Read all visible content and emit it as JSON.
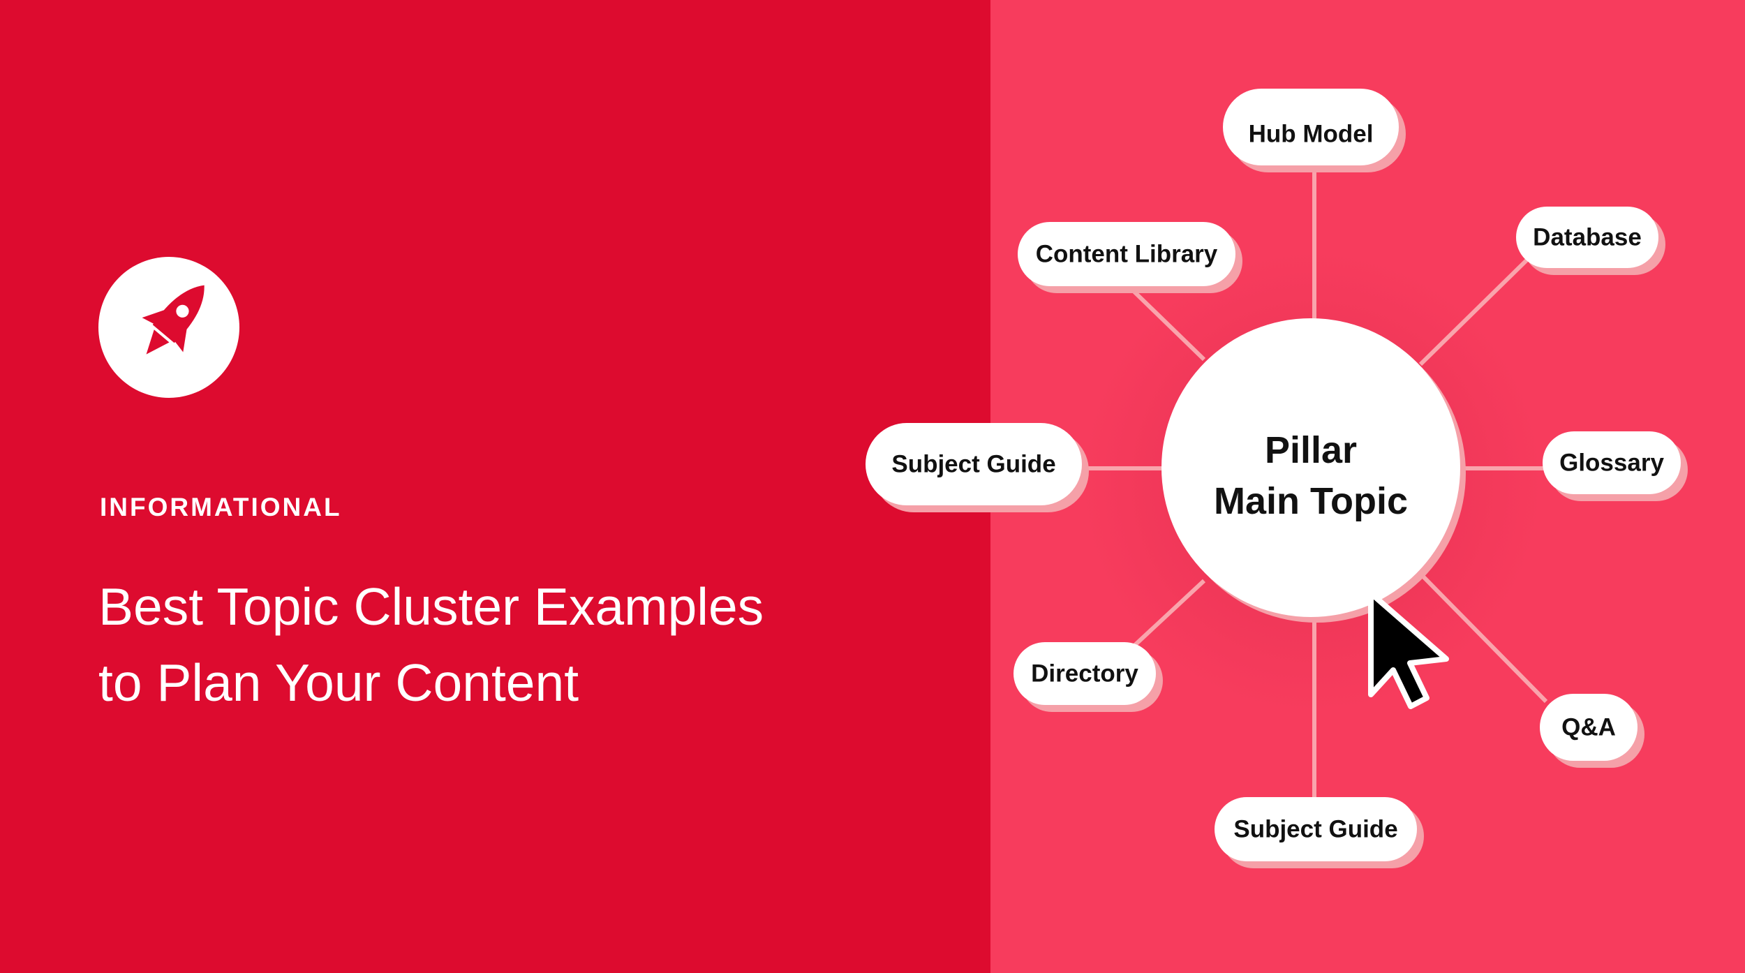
{
  "header": {
    "category": "INFORMATIONAL",
    "title_line1": "Best Topic Cluster Examples",
    "title_line2": "to Plan Your Content"
  },
  "diagram": {
    "center": {
      "line1": "Pillar",
      "line2": "Main Topic"
    },
    "nodes": [
      "Hub Model",
      "Content Library",
      "Database",
      "Subject Guide",
      "Glossary",
      "Directory",
      "Q&A",
      "Subject Guide"
    ]
  },
  "colors": {
    "left_background": "#dd0b2f",
    "right_background": "#f73c5d",
    "connector": "#f9a4ac",
    "node_shadow": "#f5a0a8",
    "text": "#111111",
    "cursor": "#000000"
  },
  "icons": [
    "rocket-logo-icon",
    "mouse-cursor-icon"
  ]
}
